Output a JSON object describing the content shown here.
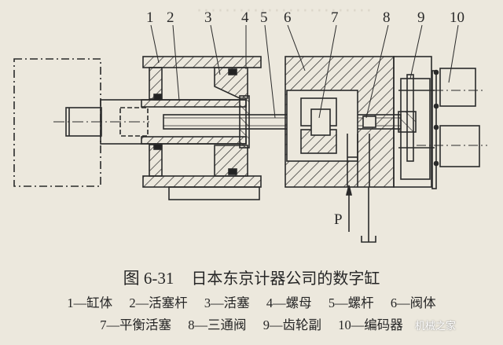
{
  "figure": {
    "number": "图 6-31",
    "title": "日本东京计器公司的数字缸",
    "callout_numbers": [
      "1",
      "2",
      "3",
      "4",
      "5",
      "6",
      "7",
      "8",
      "9",
      "10"
    ],
    "port_label": "P",
    "legend": [
      {
        "n": "1",
        "label": "缸体"
      },
      {
        "n": "2",
        "label": "活塞杆"
      },
      {
        "n": "3",
        "label": "活塞"
      },
      {
        "n": "4",
        "label": "螺母"
      },
      {
        "n": "5",
        "label": "螺杆"
      },
      {
        "n": "6",
        "label": "阀体"
      },
      {
        "n": "7",
        "label": "平衡活塞"
      },
      {
        "n": "8",
        "label": "三通阀"
      },
      {
        "n": "9",
        "label": "齿轮副"
      },
      {
        "n": "10",
        "label": "编码器"
      }
    ],
    "separator": "—",
    "watermark": "机械之家"
  },
  "colors": {
    "background": "#ece8dd",
    "ink": "#2a2a2a"
  }
}
